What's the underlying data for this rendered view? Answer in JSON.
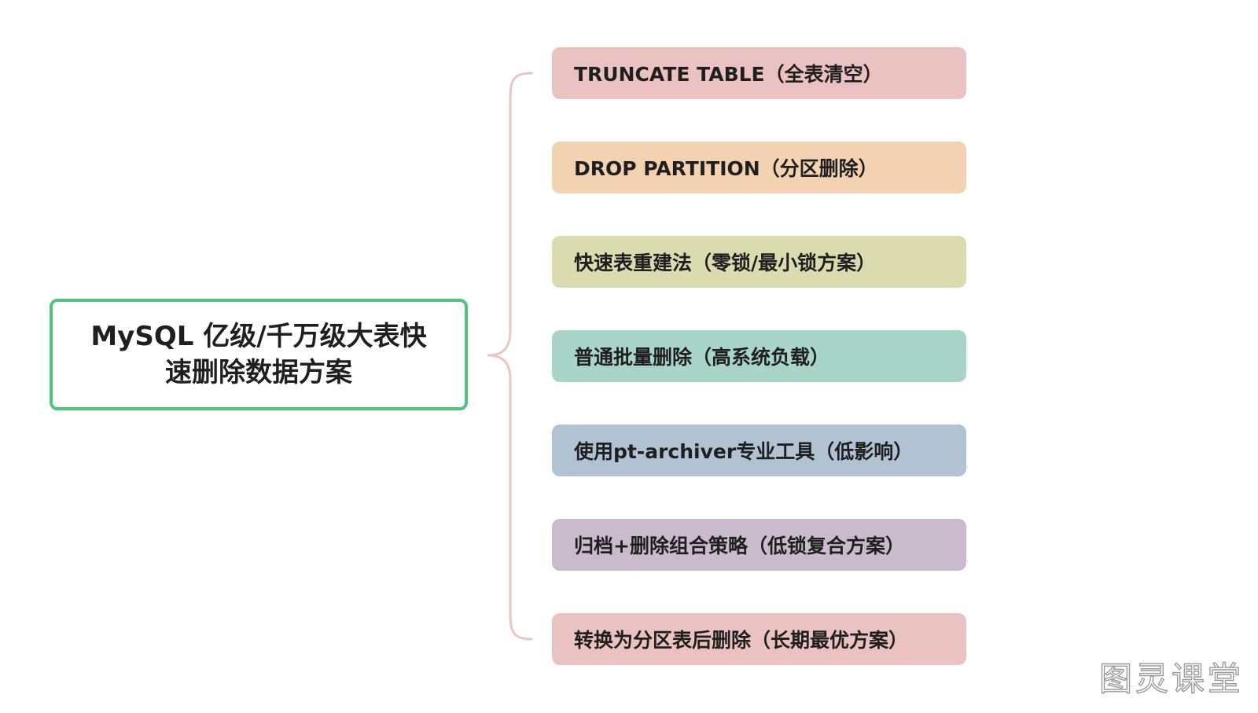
{
  "diagram": {
    "root": {
      "title": "MySQL 亿级/千万级大表快速删除数据方案",
      "border_color": "#4fc47f"
    },
    "connector_color": "#ebc5c3",
    "branches": [
      {
        "label": "TRUNCATE TABLE（全表清空）",
        "color": "#e9c2c1"
      },
      {
        "label": "DROP PARTITION（分区删除）",
        "color": "#f2d2b0"
      },
      {
        "label": "快速表重建法（零锁/最小锁方案）",
        "color": "#dadbaf"
      },
      {
        "label": "普通批量删除（高系统负载）",
        "color": "#a8d5c8"
      },
      {
        "label": "使用pt-archiver专业工具（低影响）",
        "color": "#b1c2d3"
      },
      {
        "label": "归档+删除组合策略（低锁复合方案）",
        "color": "#c9bbcb"
      },
      {
        "label": "转换为分区表后删除（长期最优方案）",
        "color": "#e9c2c1"
      }
    ]
  },
  "watermark": "图灵课堂"
}
